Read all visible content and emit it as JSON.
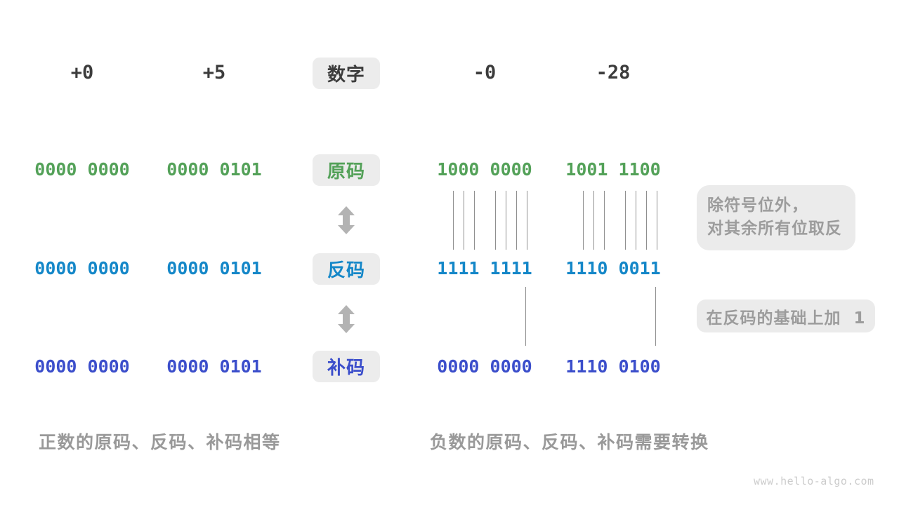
{
  "header": {
    "tag": "数字",
    "values": [
      "+0",
      "+5",
      "-0",
      "-28"
    ]
  },
  "rows": [
    {
      "key": "sign-magnitude",
      "tag": "原码",
      "color": "#53a158",
      "values": [
        "0000 0000",
        "0000 0101",
        "1000 0000",
        "1001 1100"
      ]
    },
    {
      "key": "ones-complement",
      "tag": "反码",
      "color": "#1487c8",
      "values": [
        "0000 0000",
        "0000 0101",
        "1111 1111",
        "1110 0011"
      ]
    },
    {
      "key": "twos-complement",
      "tag": "补码",
      "color": "#3b4ecb",
      "values": [
        "0000 0000",
        "0000 0101",
        "0000 0000",
        "1110 0100"
      ]
    }
  ],
  "notes": {
    "invert_line1": "除符号位外，",
    "invert_line2": "对其余所有位取反",
    "add_one": "在反码的基础上加  1"
  },
  "captions": {
    "positive": "正数的原码、反码、补码相等",
    "negative": "负数的原码、反码、补码需要转换"
  },
  "watermark": "www.hello-algo.com",
  "colors": {
    "green": "#53a158",
    "blue": "#1487c8",
    "indigo": "#3b4ecb",
    "tag_background": "#ececec",
    "note_background": "#ebebeb",
    "note_text": "#9c9c9c",
    "caption_text": "#999999",
    "number_text": "#3c3c3c",
    "arrow_gray": "#b3b3b3",
    "connector_gray": "#8f8f8f",
    "watermark_gray": "#cccccc"
  }
}
